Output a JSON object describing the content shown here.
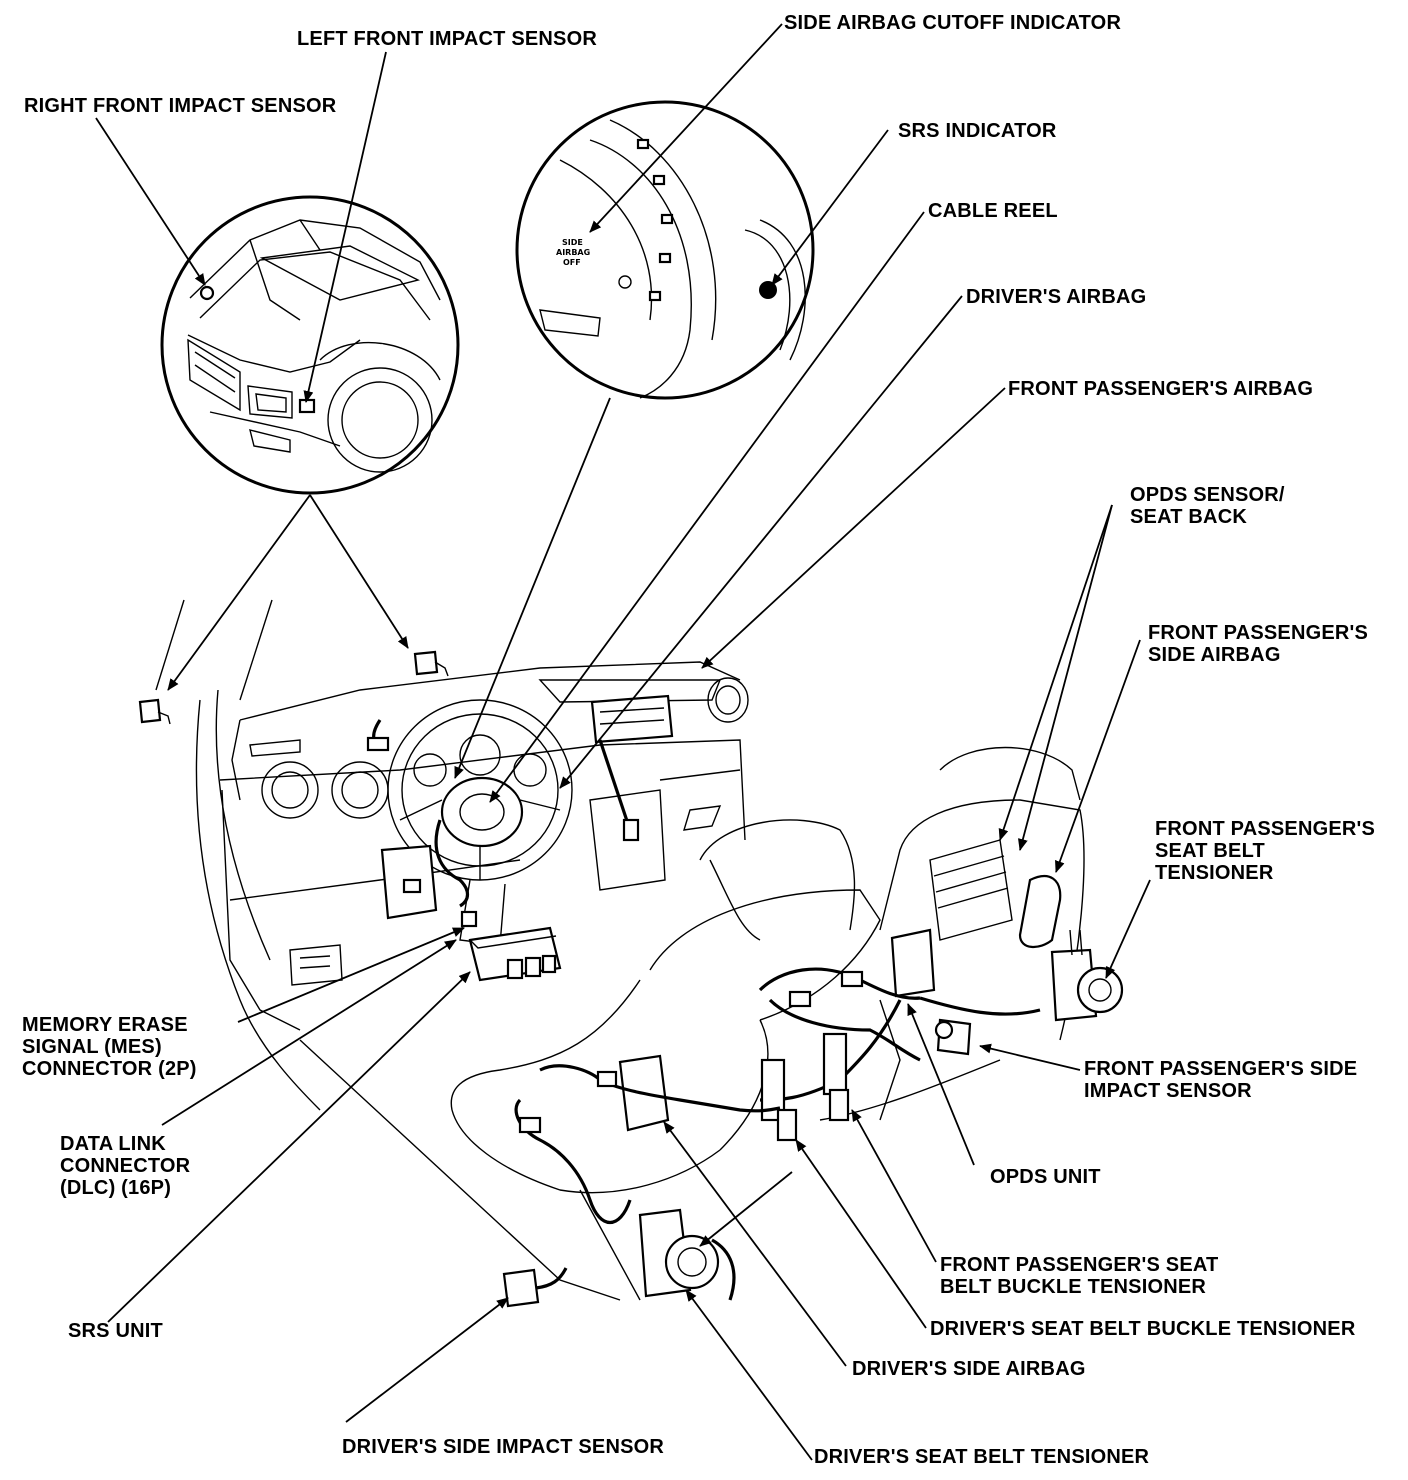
{
  "labels": {
    "left_front_impact_sensor": "LEFT FRONT IMPACT SENSOR",
    "right_front_impact_sensor": "RIGHT FRONT IMPACT SENSOR",
    "side_airbag_cutoff_indicator": "SIDE AIRBAG CUTOFF INDICATOR",
    "srs_indicator": "SRS INDICATOR",
    "cable_reel": "CABLE REEL",
    "drivers_airbag": "DRIVER'S AIRBAG",
    "front_passengers_airbag": "FRONT PASSENGER'S AIRBAG",
    "opds_sensor_seat_back": [
      "OPDS SENSOR/",
      "SEAT BACK"
    ],
    "front_passengers_side_airbag": [
      "FRONT PASSENGER'S",
      "SIDE AIRBAG"
    ],
    "front_passengers_seat_belt_tensioner": [
      "FRONT PASSENGER'S",
      "SEAT BELT",
      "TENSIONER"
    ],
    "front_passengers_side_impact_sensor": [
      "FRONT PASSENGER'S SIDE",
      "IMPACT SENSOR"
    ],
    "opds_unit": "OPDS UNIT",
    "memory_erase_signal_connector": [
      "MEMORY ERASE",
      "SIGNAL (MES)",
      "CONNECTOR (2P)"
    ],
    "data_link_connector": [
      "DATA LINK",
      "CONNECTOR",
      "(DLC) (16P)"
    ],
    "srs_unit": "SRS UNIT",
    "front_passengers_seat_belt_buckle_tensioner": [
      "FRONT PASSENGER'S SEAT",
      "BELT BUCKLE TENSIONER"
    ],
    "drivers_seat_belt_buckle_tensioner": "DRIVER'S SEAT BELT BUCKLE TENSIONER",
    "drivers_side_airbag": "DRIVER'S SIDE AIRBAG",
    "drivers_side_impact_sensor": "DRIVER'S SIDE IMPACT SENSOR",
    "drivers_seat_belt_tensioner": "DRIVER'S SEAT BELT TENSIONER"
  },
  "gauge_inset_text": [
    "SIDE",
    "AIRBAG",
    "OFF"
  ]
}
